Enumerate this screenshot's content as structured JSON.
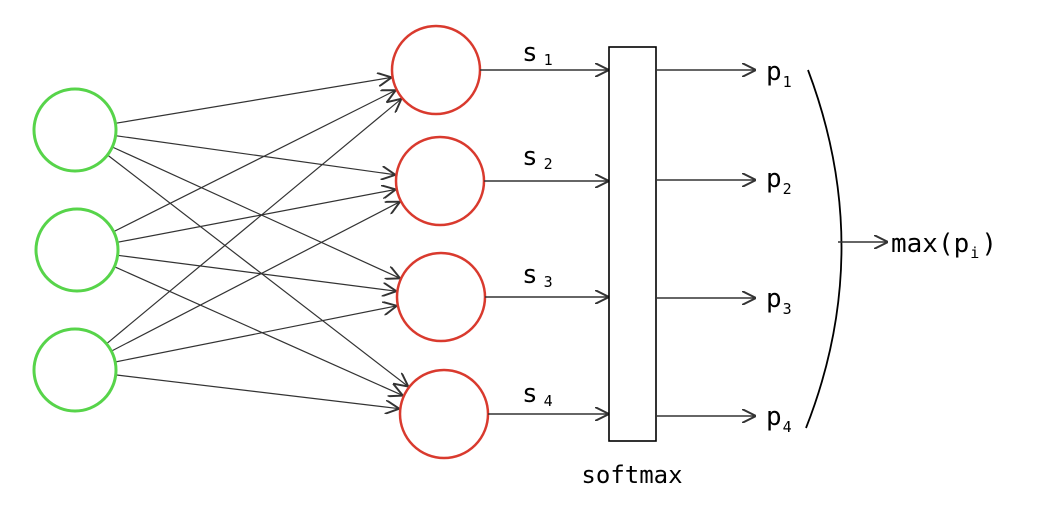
{
  "colors": {
    "input_stroke": "#57d44a",
    "hidden_stroke": "#d93a2e",
    "line": "#333333",
    "box_fill": "#ffffff",
    "background": "#ffffff"
  },
  "input_layer": {
    "count": 3
  },
  "output_layer": {
    "count": 4
  },
  "scores": [
    {
      "base": "s",
      "sub": "1"
    },
    {
      "base": "s",
      "sub": "2"
    },
    {
      "base": "s",
      "sub": "3"
    },
    {
      "base": "s",
      "sub": "4"
    }
  ],
  "softmax": {
    "label": "softmax"
  },
  "probabilities": [
    {
      "base": "p",
      "sub": "1"
    },
    {
      "base": "p",
      "sub": "2"
    },
    {
      "base": "p",
      "sub": "3"
    },
    {
      "base": "p",
      "sub": "4"
    }
  ],
  "result": {
    "prefix": "max(",
    "base": "p",
    "sub": "i",
    "suffix": ")"
  }
}
